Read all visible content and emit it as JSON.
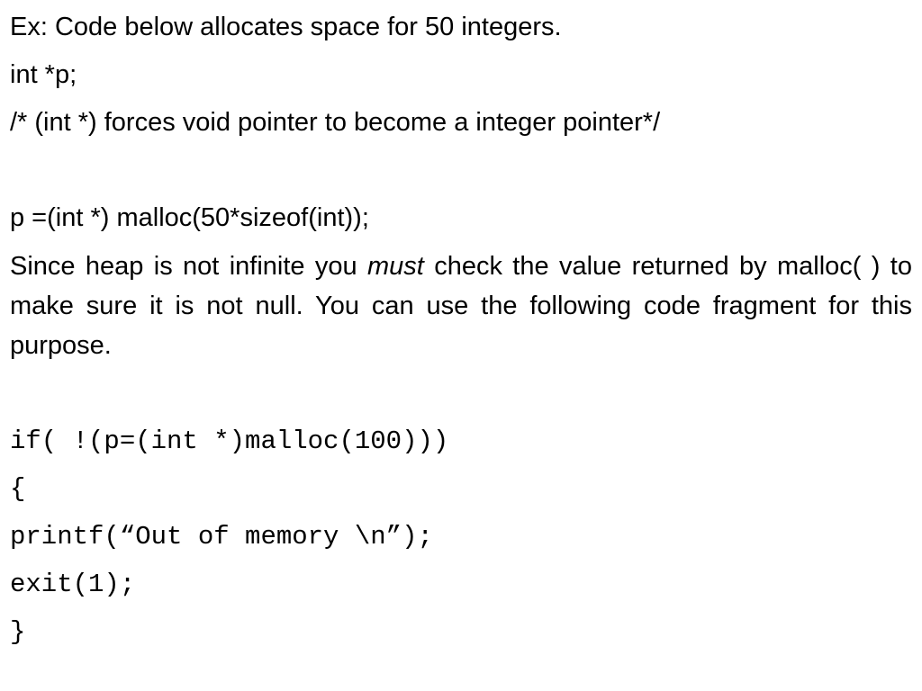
{
  "slide": {
    "intro": "Ex: Code below allocates space for 50 integers.",
    "declaration": "int *p;",
    "comment": "/* (int *) forces void pointer to become a integer pointer*/",
    "malloc_statement": "p =(int *) malloc(50*sizeof(int));",
    "explanation": {
      "before_emphasis": "Since heap is not infinite you ",
      "emphasis": "must",
      "after_emphasis": " check the value returned by malloc( ) to make sure it is not null. You can use the following code fragment for this purpose."
    },
    "code_block": [
      "if( !(p=(int *)malloc(100)))",
      "{",
      "printf(“Out of memory \\n”);",
      "exit(1);",
      "}"
    ]
  }
}
